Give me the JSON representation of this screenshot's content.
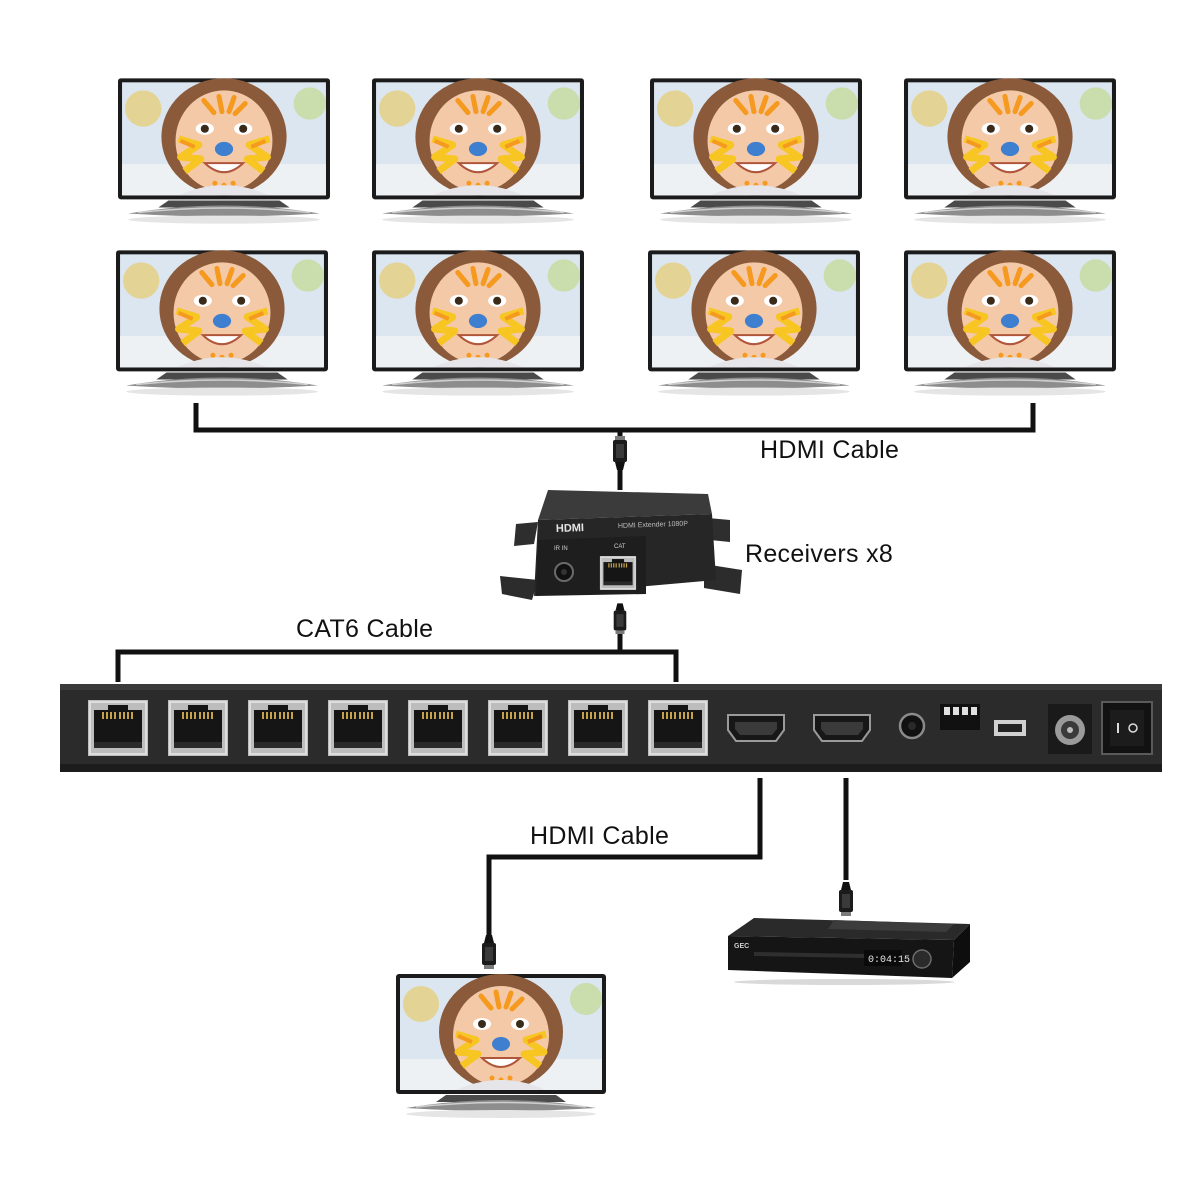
{
  "labels": {
    "hdmi_cable_top": "HDMI Cable",
    "receivers": "Receivers x8",
    "cat6_cable": "CAT6 Cable",
    "hdmi_cable_bottom": "HDMI Cable"
  },
  "receiver_markings": {
    "brand": "HDMI",
    "side_text": "HDMI Extender 1080P",
    "ir_in": "IR IN",
    "cat": "CAT"
  },
  "player_markings": {
    "brand": "GEC",
    "display": "0:04:15"
  },
  "colors": {
    "cable": "#111111",
    "device_body": "#2b2b2b",
    "device_edge": "#1a1a1a",
    "port_silver": "#c9c9c9",
    "screen_bg": "#d9e4ef",
    "skin": "#f3c9a8",
    "paint_orange": "#f59a1e",
    "paint_yellow": "#f7c623",
    "paint_blue": "#3e7fd0"
  },
  "icons": [
    "tv-icon",
    "rj45-port-icon",
    "hdmi-port-icon",
    "power-switch-icon",
    "dc-jack-icon",
    "ir-jack-icon",
    "dip-switch-icon",
    "usb-port-icon"
  ]
}
